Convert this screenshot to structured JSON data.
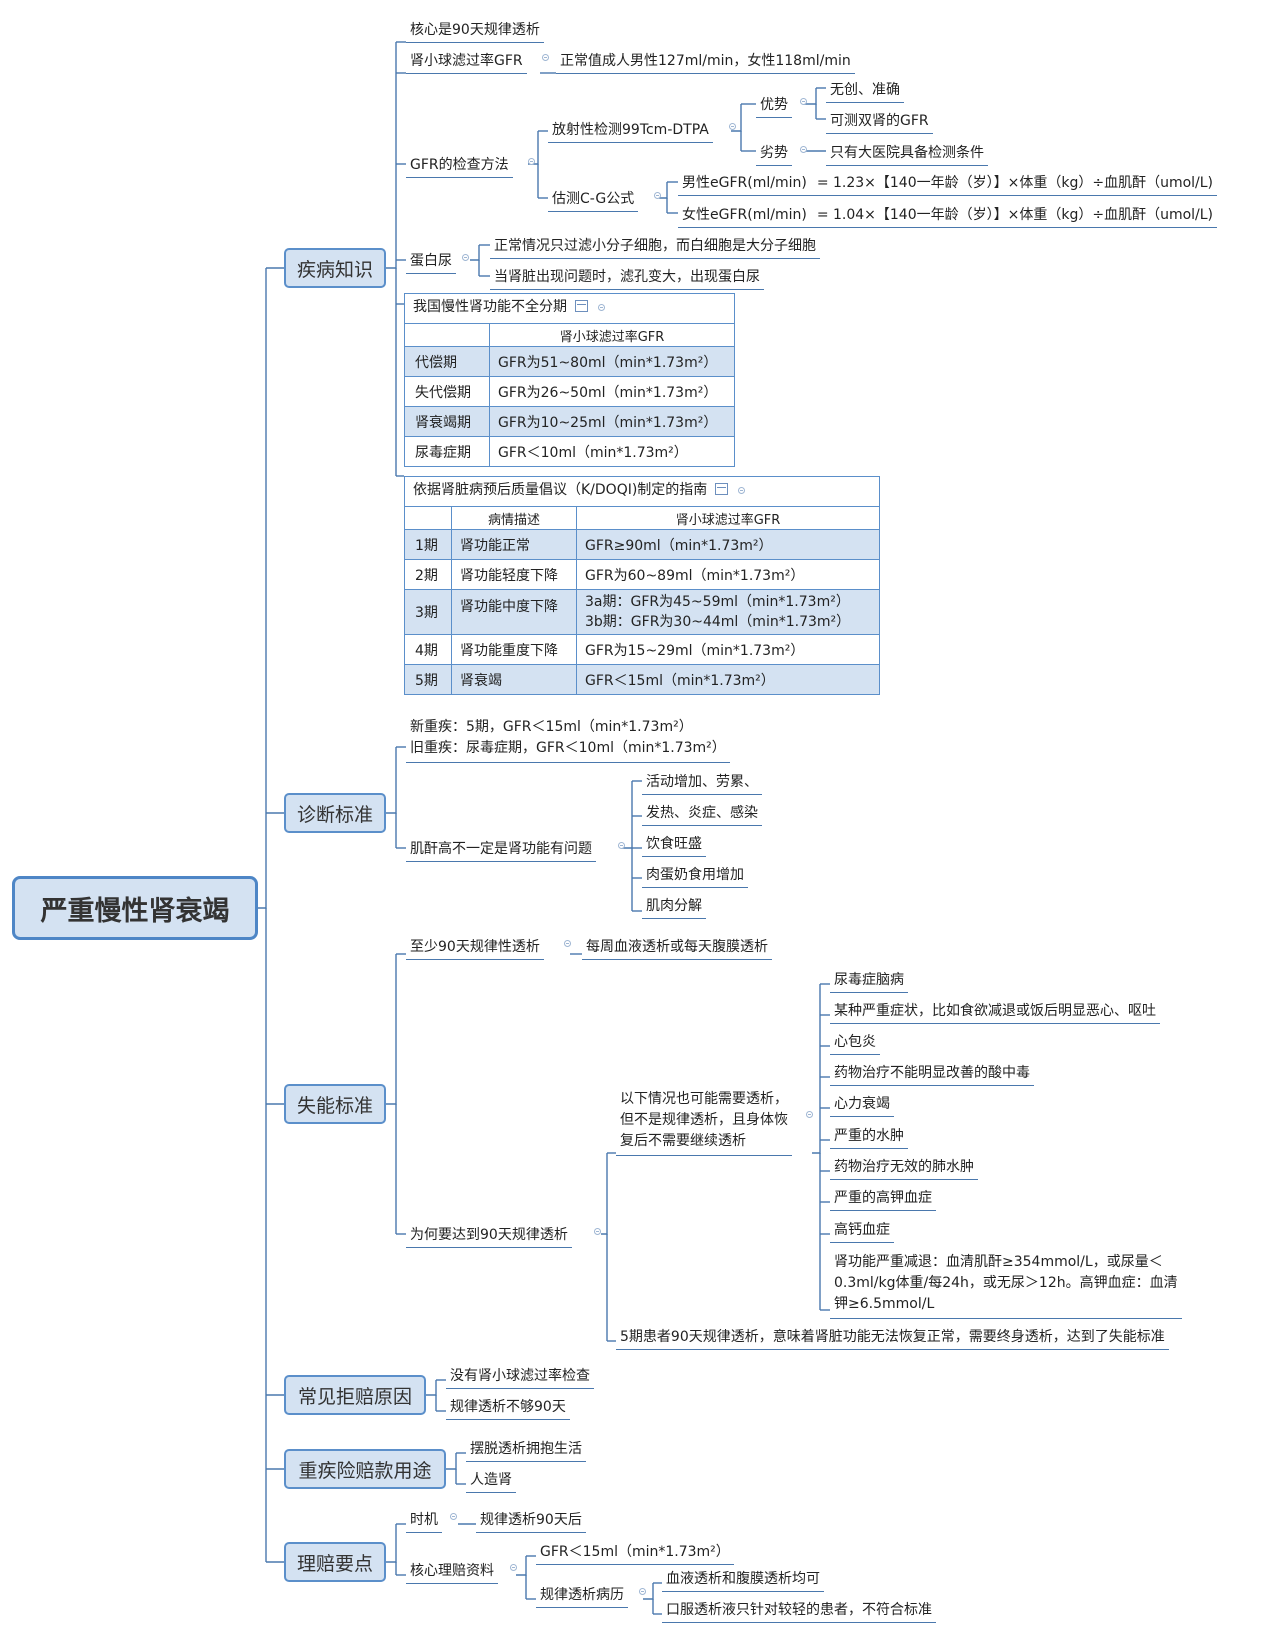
{
  "root": "严重慢性肾衰竭",
  "branches": {
    "disease": {
      "label": "疾病知识",
      "core": "核心是90天规律透析",
      "gfr": {
        "label": "肾小球滤过率GFR",
        "normal": "正常值成人男性127ml/min，女性118ml/min"
      },
      "methods": {
        "label": "GFR的检查方法",
        "radio": {
          "label": "放射性检测99Tcm-DTPA",
          "adv": {
            "label": "优势",
            "items": [
              "无创、准确",
              "可测双肾的GFR"
            ]
          },
          "dis": {
            "label": "劣势",
            "item": "只有大医院具备检测条件"
          }
        },
        "cg": {
          "label": "估测C-G公式",
          "male": {
            "label": "男性eGFR(ml/min)",
            "formula": "= 1.23×【140一年龄（岁）】×体重（kg）÷血肌酐（umol/L)"
          },
          "female": {
            "label": "女性eGFR(ml/min)",
            "formula": "= 1.04×【140一年龄（岁）】×体重（kg）÷血肌酐（umol/L)"
          }
        }
      },
      "protein": {
        "label": "蛋白尿",
        "items": [
          "正常情况只过滤小分子细胞，而白细胞是大分子细胞",
          "当肾脏出现问题时，滤孔变大，出现蛋白尿"
        ]
      },
      "cn_table": {
        "title": "我国慢性肾功能不全分期",
        "header": "肾小球滤过率GFR",
        "rows": [
          [
            "代偿期",
            "GFR为51~80ml（min*1.73m²）"
          ],
          [
            "失代偿期",
            "GFR为26~50ml（min*1.73m²）"
          ],
          [
            "肾衰竭期",
            "GFR为10~25ml（min*1.73m²）"
          ],
          [
            "尿毒症期",
            "GFR＜10ml（min*1.73m²）"
          ]
        ]
      },
      "kdoqi_table": {
        "title": "依据肾脏病预后质量倡议（K/DOQI)制定的指南",
        "headers": [
          "",
          "病情描述",
          "肾小球滤过率GFR"
        ],
        "rows": [
          {
            "stage": "1期",
            "desc": "肾功能正常",
            "gfr": [
              "GFR≥90ml（min*1.73m²）"
            ]
          },
          {
            "stage": "2期",
            "desc": "肾功能轻度下降",
            "gfr": [
              "GFR为60~89ml（min*1.73m²）"
            ]
          },
          {
            "stage": "3期",
            "desc": "肾功能中度下降",
            "gfr": [
              "3a期：GFR为45~59ml（min*1.73m²）",
              "3b期：GFR为30~44ml（min*1.73m²）"
            ]
          },
          {
            "stage": "4期",
            "desc": "肾功能重度下降",
            "gfr": [
              "GFR为15~29ml（min*1.73m²）"
            ]
          },
          {
            "stage": "5期",
            "desc": "肾衰竭",
            "gfr": [
              "GFR＜15ml（min*1.73m²）"
            ]
          }
        ]
      }
    },
    "diagnosis": {
      "label": "诊断标准",
      "new_line": "新重疾：5期，GFR＜15ml（min*1.73m²）",
      "old_line": "旧重疾：尿毒症期，GFR＜10ml（min*1.73m²）",
      "creat": {
        "label": "肌酐高不一定是肾功能有问题",
        "items": [
          "活动增加、劳累、",
          "发热、炎症、感染",
          "饮食旺盛",
          "肉蛋奶食用增加",
          "肌肉分解"
        ]
      }
    },
    "disability": {
      "label": "失能标准",
      "min": {
        "label": "至少90天规律性透析",
        "child": "每周血液透析或每天腹膜透析"
      },
      "why": {
        "label": "为何要达到90天规律透析",
        "maybe": {
          "lines": [
            "以下情况也可能需要透析，",
            "但不是规律透析，且身体恢",
            "复后不需要继续透析"
          ],
          "items": [
            "尿毒症脑病",
            "某种严重症状，比如食欲减退或饭后明显恶心、呕吐",
            "心包炎",
            "药物治疗不能明显改善的酸中毒",
            "心力衰竭",
            "严重的水肿",
            "药物治疗无效的肺水肿",
            "严重的高钾血症",
            "高钙血症"
          ],
          "last": [
            "肾功能严重减退：血清肌酐≥354mmol/L，或尿量＜",
            "0.3ml/kg体重/每24h，或无尿＞12h。高钾血症：血清",
            "钾≥6.5mmol/L"
          ]
        },
        "stage5": "5期患者90天规律透析，意味着肾脏功能无法恢复正常，需要终身透析，达到了失能标准"
      }
    },
    "reject": {
      "label": "常见拒赔原因",
      "items": [
        "没有肾小球滤过率检查",
        "规律透析不够90天"
      ]
    },
    "use": {
      "label": "重疾险赔款用途",
      "items": [
        "摆脱透析拥抱生活",
        "人造肾"
      ]
    },
    "claim": {
      "label": "理赔要点",
      "timing": {
        "label": "时机",
        "value": "规律透析90天后"
      },
      "docs": {
        "label": "核心理赔资料",
        "gfr": "GFR＜15ml（min*1.73m²）",
        "record": {
          "label": "规律透析病历",
          "items": [
            "血液透析和腹膜透析均可",
            "口服透析液只针对较轻的患者，不符合标准"
          ]
        }
      }
    }
  },
  "colors": {
    "line": "#4a78ad",
    "box_fill": "#d4e2f2",
    "box_border": "#5b8fca"
  }
}
